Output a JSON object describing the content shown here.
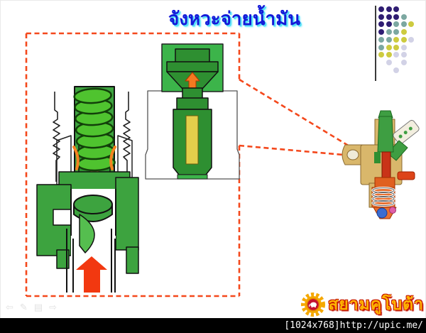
{
  "slide": {
    "title": "จังหวะจ่ายน้ำมัน"
  },
  "presenter_controls": {
    "previous_glyph": "⇦",
    "pen_glyph": "✎",
    "menu_glyph": "▤",
    "next_glyph": "⇨"
  },
  "watermark": {
    "brand_text": "สยามคูโบต้า",
    "caption": "[1024x768]http://upic.me/"
  },
  "decor": {
    "dots": {
      "pattern": [
        "PPP..",
        "PPPT.",
        "PPTTY",
        "PTTY.",
        "TTYYL",
        "TYYL.",
        "YYLL.",
        ".L.L.",
        "..L.."
      ],
      "colors": {
        "P": "#2F1D72",
        "T": "#7CA8A1",
        "Y": "#CDCB3F",
        "L": "#D2D2E6"
      }
    }
  },
  "palette": {
    "callout_accent": "#F4481C",
    "title_blue": "#1418D8",
    "title_glow": "#55E2F6",
    "diagram_green": "#3DA33F",
    "spring_green": "#4FC32F",
    "dark_green": "#2E8F31",
    "needle_yellow": "#E3CE4B",
    "flow_arrow_red": "#F23810",
    "detail_arrow_orange": "#F47920",
    "brand_orange": "#FFB400",
    "brand_red": "#C41200"
  }
}
